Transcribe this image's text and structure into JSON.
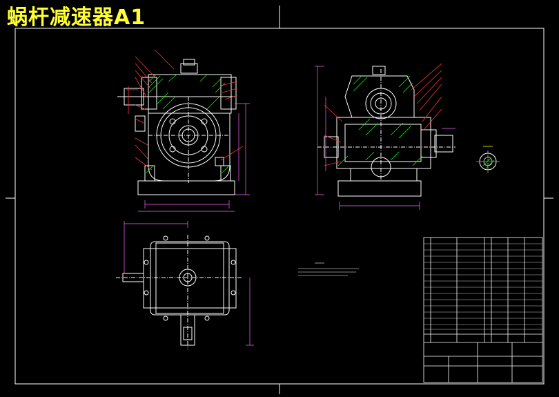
{
  "title": "蜗杆减速器A1",
  "colors": {
    "background": "#000000",
    "title": "#ffff33",
    "outline": "#ffffff",
    "annotation": "#00ff00",
    "leader": "#ff3333",
    "dimension": "#ff66ff",
    "section_mark": "#ffff00"
  },
  "views": {
    "front": "front-view",
    "side": "side-section-view",
    "top": "top-view",
    "detail": "section-detail"
  }
}
